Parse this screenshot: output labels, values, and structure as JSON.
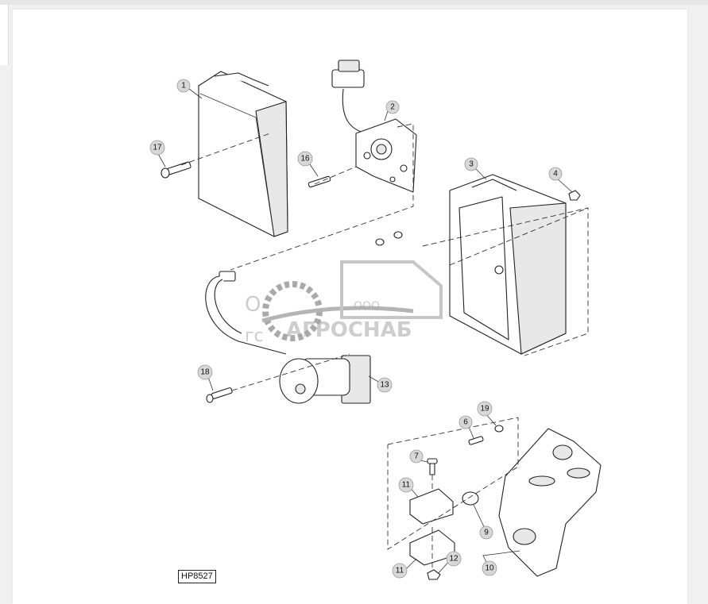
{
  "diagram": {
    "reference_code": "HP8527",
    "callouts": [
      {
        "id": "c1",
        "label": "1"
      },
      {
        "id": "c2",
        "label": "2"
      },
      {
        "id": "c3",
        "label": "3"
      },
      {
        "id": "c4",
        "label": "4"
      },
      {
        "id": "c6",
        "label": "6"
      },
      {
        "id": "c7",
        "label": "7"
      },
      {
        "id": "c9",
        "label": "9"
      },
      {
        "id": "c10",
        "label": "10"
      },
      {
        "id": "c11a",
        "label": "11"
      },
      {
        "id": "c11b",
        "label": "11"
      },
      {
        "id": "c12",
        "label": "12"
      },
      {
        "id": "c13",
        "label": "13"
      },
      {
        "id": "c16",
        "label": "16"
      },
      {
        "id": "c17",
        "label": "17"
      },
      {
        "id": "c18",
        "label": "18"
      },
      {
        "id": "c19",
        "label": "19"
      }
    ]
  },
  "watermark": {
    "prefix": "ООО",
    "brand": "АГРОСНАБ",
    "left_fragment_top": "О",
    "left_fragment_bottom": "гс"
  }
}
